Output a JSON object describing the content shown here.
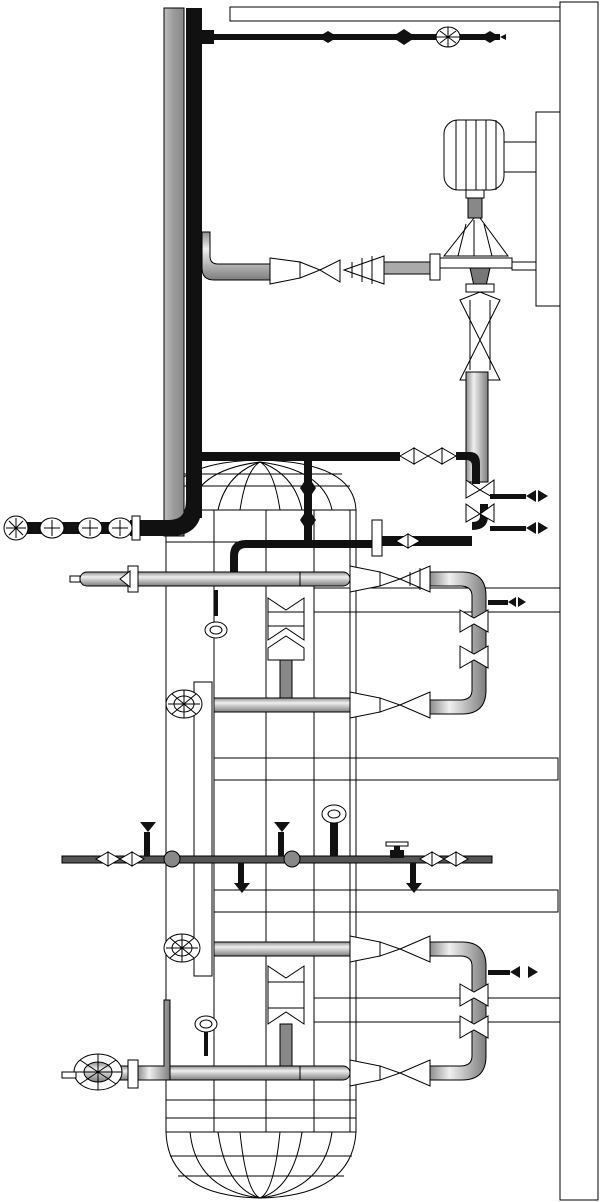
{
  "diagram": {
    "kind": "piping-isometric",
    "colors": {
      "background": "#ffffff",
      "line": "#000000",
      "steam_pipe": "#111111",
      "process_pipe": "#a8a8a8",
      "column_shell": "#a0a0a0",
      "highlight": "#e6e6e6"
    },
    "components": {
      "column": "vertical-column",
      "vessel": "vertical-vessel",
      "motor": "electric-motor",
      "pump": "centrifugal-pump",
      "valves": "gate-valves",
      "gauges": "pressure-gauges",
      "frame": "support-frame"
    }
  }
}
